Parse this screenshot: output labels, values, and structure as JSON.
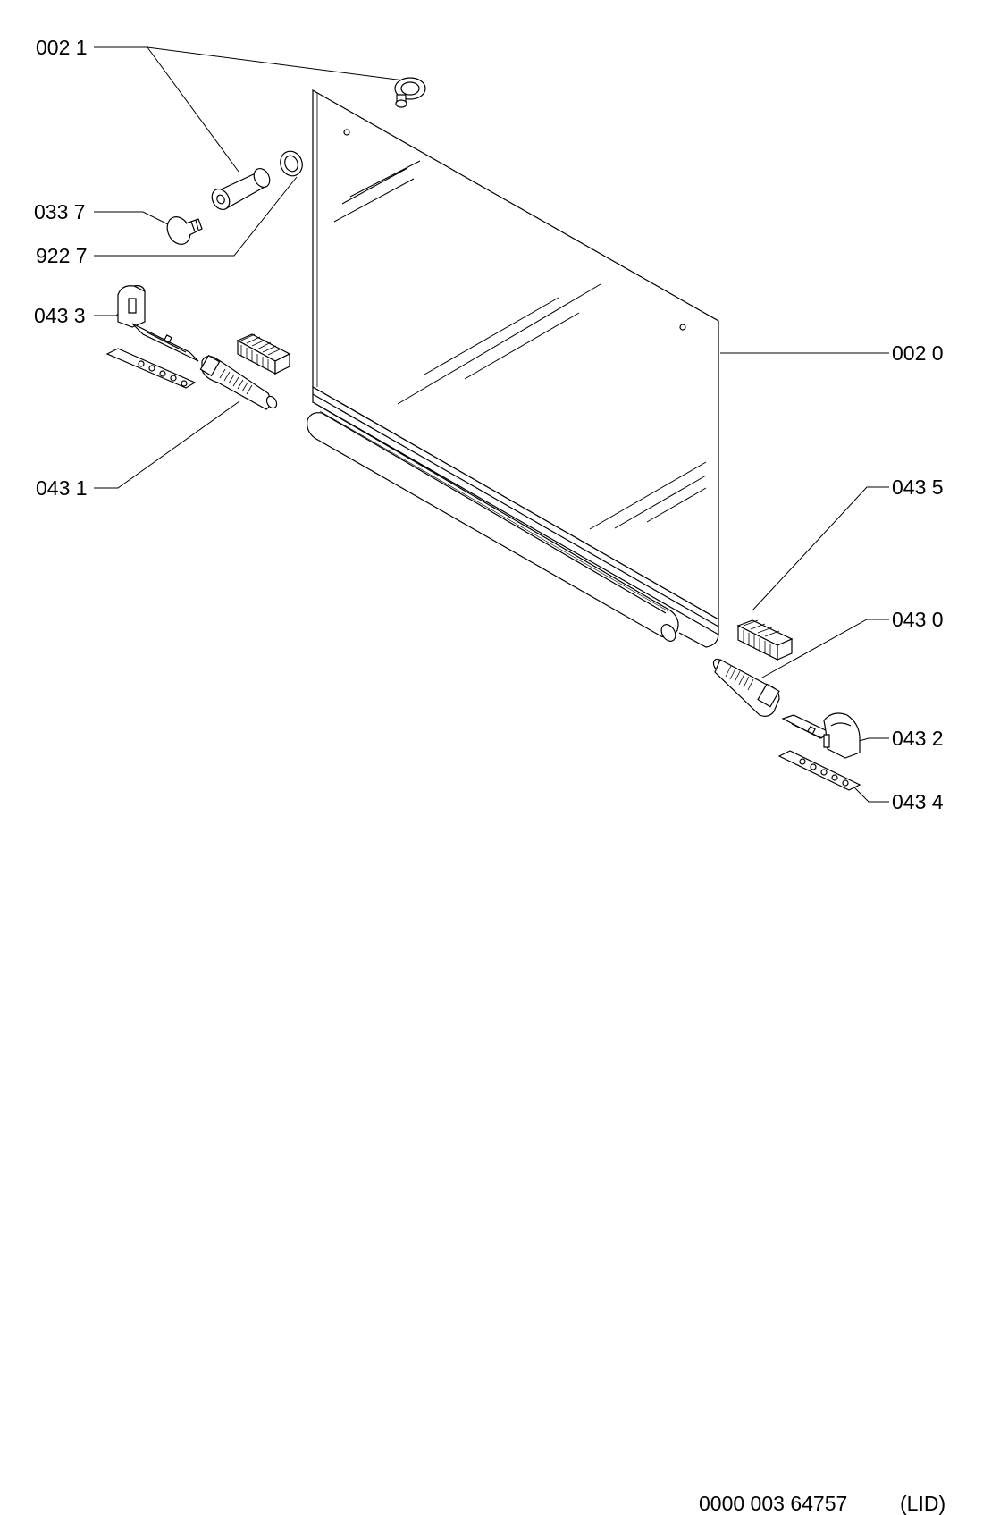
{
  "labels": {
    "p0021": "002 1",
    "p0337": "033 7",
    "p9227": "922 7",
    "p0433": "043 3",
    "p0431": "043 1",
    "p0020": "002 0",
    "p0435": "043 5",
    "p0430": "043 0",
    "p0432": "043 2",
    "p0434": "043 4"
  },
  "footer": {
    "doc_number": "0000 003 64757",
    "section": "(LID)"
  }
}
